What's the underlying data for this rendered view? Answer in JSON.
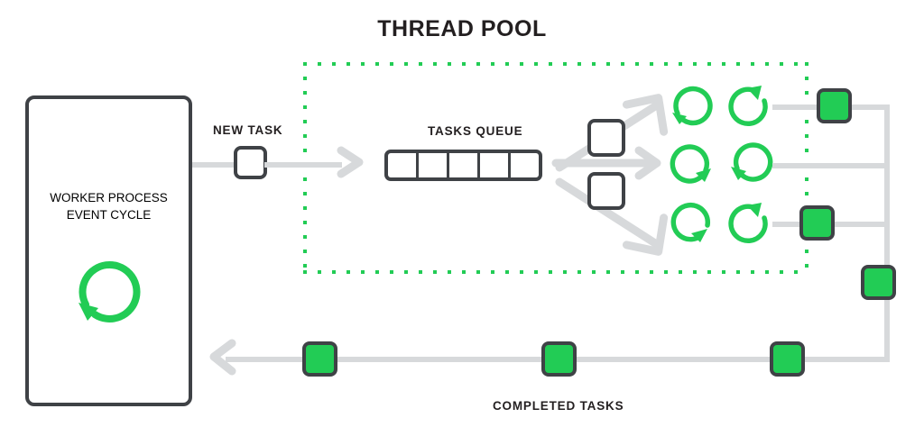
{
  "title": "THREAD POOL",
  "colors": {
    "green": "#22cc55",
    "dark": "#3f4246",
    "gray_line": "#d7d9db",
    "text": "#231f20",
    "background": "#ffffff"
  },
  "worker": {
    "line1": "WORKER PROCESS",
    "line2": "EVENT CYCLE",
    "cycle_icon": "circular-arrow-counterclockwise-icon"
  },
  "new_task": {
    "label": "NEW TASK",
    "box_icon": "empty-task-box-icon"
  },
  "queue": {
    "label": "TASKS QUEUE",
    "cells": 5
  },
  "dispatch_boxes": [
    {
      "name": "pending-task-box-upper",
      "icon": "empty-task-box-icon"
    },
    {
      "name": "pending-task-box-lower",
      "icon": "empty-task-box-icon"
    }
  ],
  "threads": [
    {
      "row": 1,
      "left_icon": "circular-arrow-counterclockwise-icon",
      "right_icon": "circular-arrow-clockwise-icon"
    },
    {
      "row": 2,
      "left_icon": "circular-arrow-clockwise-icon",
      "right_icon": "circular-arrow-counterclockwise-icon"
    },
    {
      "row": 3,
      "left_icon": "circular-arrow-clockwise-icon",
      "right_icon": "circular-arrow-clockwise-icon"
    }
  ],
  "completed": {
    "label": "COMPLETED TASKS",
    "task_count": 6,
    "tasks": [
      {
        "name": "completed-task-1"
      },
      {
        "name": "completed-task-2"
      },
      {
        "name": "completed-task-3"
      },
      {
        "name": "completed-task-4"
      },
      {
        "name": "completed-task-5"
      },
      {
        "name": "completed-task-6"
      }
    ]
  },
  "arrows": {
    "new_task_to_queue": "arrow-right-icon",
    "dispatch_up": "arrow-up-right-icon",
    "dispatch_straight": "arrow-right-icon",
    "dispatch_down": "arrow-down-right-icon",
    "return_to_worker": "arrow-left-icon"
  }
}
